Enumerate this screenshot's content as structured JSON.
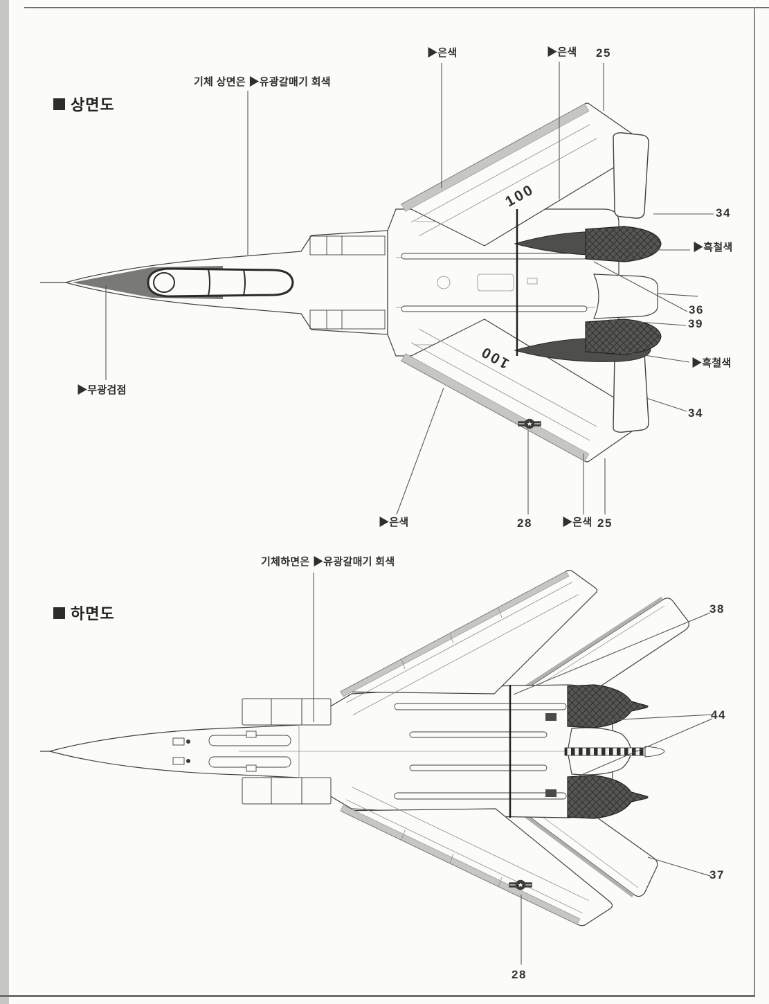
{
  "page": {
    "background": "#fbfbf9",
    "scan_edge_color": "#c6c6c4",
    "frame_line_color": "#6e6e70"
  },
  "colors": {
    "drawing_line": "#3f3f3d",
    "silver_shade": "#c6c6c4",
    "gunmetal_dark": "#4e4e4c",
    "antiglare_dark": "#6e6e6a"
  },
  "top_view": {
    "title": "상면도",
    "note": "기체 상면은 ▶유광갈매기 회색",
    "labels": {
      "silver_upper_left": "▶은색",
      "silver_upper_right": "▶은색",
      "num_25_upper": "25",
      "num_34_upper": "34",
      "gunmetal_upper": "▶흑철색",
      "num_36": "36",
      "num_39": "39",
      "gunmetal_lower": "▶흑철색",
      "num_34_lower": "34",
      "flat_black_dot": "▶무광검점",
      "silver_lower_left": "▶은색",
      "num_28": "28",
      "silver_lower_right": "▶은색",
      "num_25_lower": "25"
    },
    "markings": {
      "modex_upper": "100",
      "modex_lower": "100"
    }
  },
  "bottom_view": {
    "title": "하면도",
    "note": "기체하면은 ▶유광갈매기 회색",
    "labels": {
      "num_38": "38",
      "num_44": "44",
      "num_37": "37",
      "num_28": "28"
    }
  }
}
